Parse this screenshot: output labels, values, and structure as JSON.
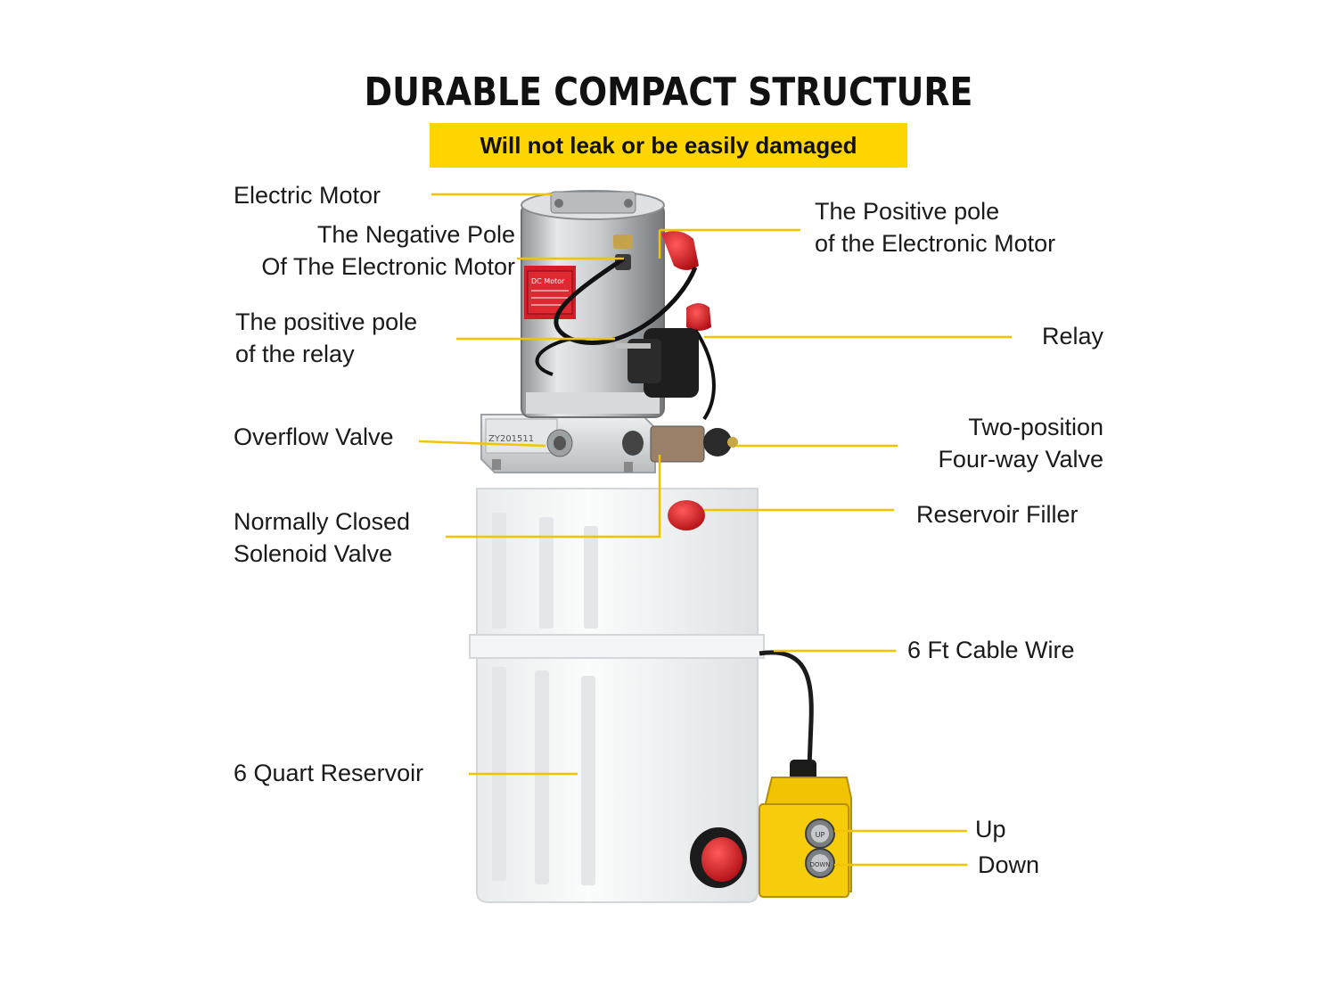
{
  "header": {
    "title": "DURABLE COMPACT STRUCTURE",
    "subtitle": "Will not leak or be easily damaged"
  },
  "labels": {
    "electric_motor": "Electric Motor",
    "negative_pole_1": "The Negative Pole",
    "negative_pole_2": "Of The Electronic Motor",
    "positive_relay_1": "The positive pole",
    "positive_relay_2": "of the relay",
    "overflow_valve": "Overflow Valve",
    "solenoid_1": "Normally Closed",
    "solenoid_2": "Solenoid Valve",
    "reservoir": "6 Quart Reservoir",
    "positive_motor_1": "The Positive pole",
    "positive_motor_2": "of the Electronic Motor",
    "relay": "Relay",
    "four_way_1": "Two-position",
    "four_way_2": "Four-way Valve",
    "reservoir_filler": "Reservoir Filler",
    "cable_wire": "6 Ft Cable Wire",
    "up": "Up",
    "down": "Down"
  },
  "product": {
    "motor_plate_text": "DC Motor",
    "manifold_text": "ZY201511",
    "button_up": "UP",
    "button_down": "DOWN"
  },
  "colors": {
    "accent_yellow": "#ffd500",
    "leader_line": "#f2c400",
    "cap_red": "#d8141c"
  }
}
